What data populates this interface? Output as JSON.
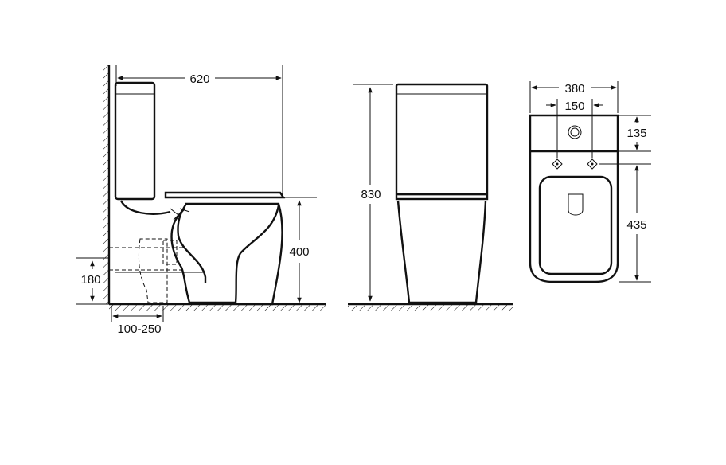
{
  "dimensions": {
    "overall_depth": "620",
    "height_total": "830",
    "seat_height": "400",
    "outlet_height": "180",
    "wall_distance": "100-250",
    "width": "380",
    "hole_spacing": "150",
    "tank_depth": "135",
    "bowl_length": "435"
  }
}
